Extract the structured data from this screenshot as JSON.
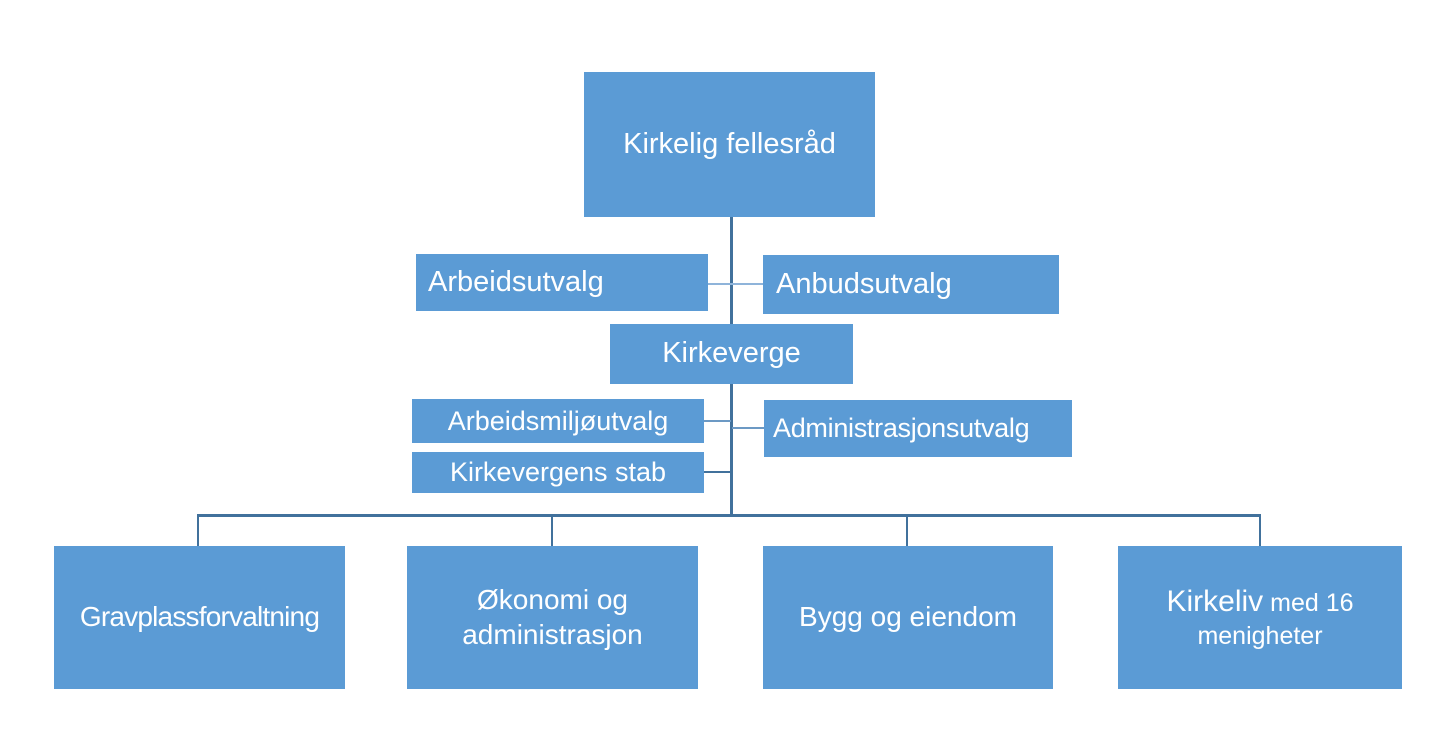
{
  "diagram_type": "organizational-chart",
  "language": "Norwegian",
  "colors": {
    "background": "#FFFFFF",
    "box_fill": "#5B9BD5",
    "box_text": "#FFFFFF",
    "connector_dark": "#41719C",
    "connector_mid": "#6C99C4",
    "connector_light": "#8FB4DA"
  },
  "org_chart": {
    "root": {
      "label": "Kirkelig fellesråd"
    },
    "council_committees": {
      "left": {
        "label": "Arbeidsutvalg"
      },
      "right": {
        "label": "Anbudsutvalg"
      }
    },
    "manager": {
      "label": "Kirkeverge"
    },
    "manager_committees": {
      "left_top": {
        "label": "Arbeidsmiljøutvalg"
      },
      "right": {
        "label": "Administrasjonsutvalg"
      },
      "left_bottom": {
        "label": "Kirkevergens stab"
      }
    },
    "departments": [
      {
        "label": "Gravplassforvaltning"
      },
      {
        "label": "Økonomi og administrasjon"
      },
      {
        "label": "Bygg og eiendom"
      },
      {
        "label": "Kirkeliv med 16 menigheter",
        "label_emphasis": "Kirkeliv",
        "label_suffix": " med 16",
        "label_line2": "menigheter"
      }
    ]
  }
}
